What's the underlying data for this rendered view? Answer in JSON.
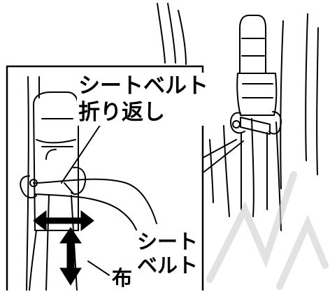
{
  "labels": {
    "seatbelt_fold_line1": "シートベルト",
    "seatbelt_fold_line2": "折り返し",
    "seatbelt_line1": "シート",
    "seatbelt_line2": "ベルト",
    "cloth": "布"
  },
  "colors": {
    "line": "#000000",
    "background": "#ffffff",
    "watermark": "#bdbdbd"
  }
}
